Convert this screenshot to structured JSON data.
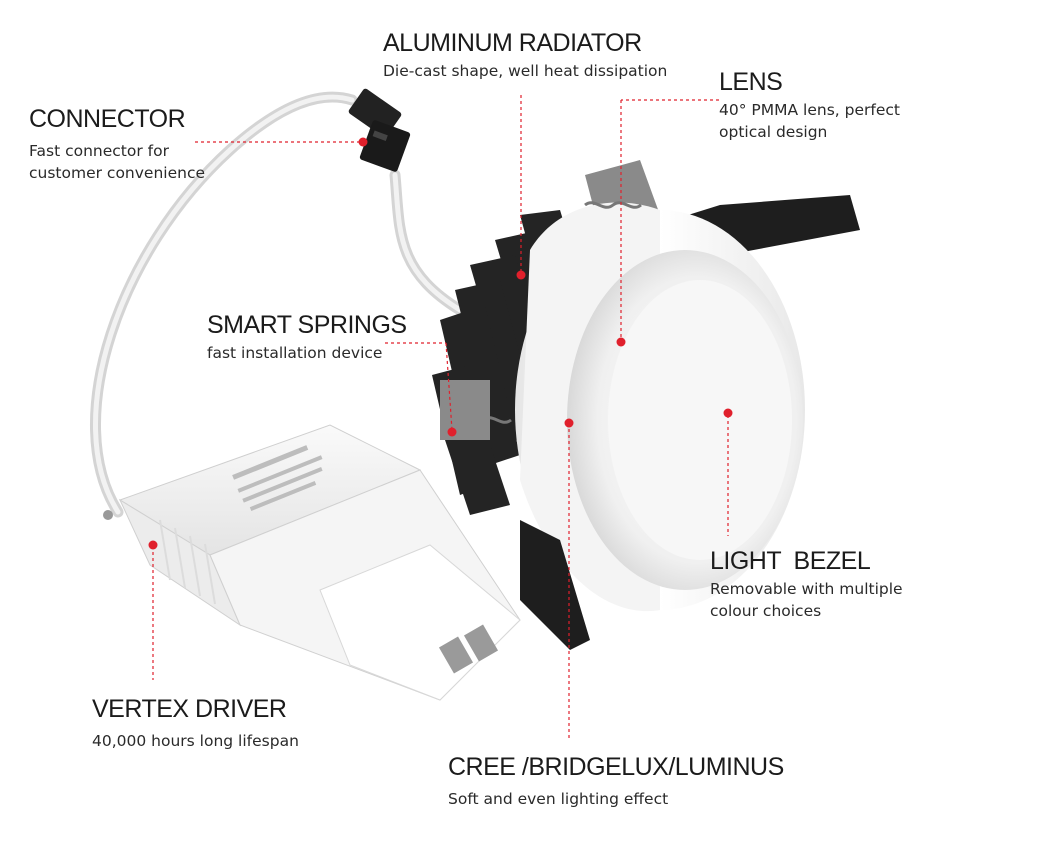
{
  "callouts": {
    "aluminum_radiator": {
      "title": "ALUMINUM RADIATOR",
      "desc": [
        "Die-cast shape, well heat dissipation"
      ]
    },
    "lens": {
      "title": "LENS",
      "desc": [
        "40° PMMA lens, perfect",
        "optical design"
      ]
    },
    "connector": {
      "title": "CONNECTOR",
      "desc": [
        "Fast connector for",
        "customer convenience"
      ]
    },
    "smart_springs": {
      "title": "SMART SPRINGS",
      "desc": [
        "fast installation device"
      ]
    },
    "light_bezel": {
      "title": "LIGHT  BEZEL",
      "desc": [
        "Removable with multiple",
        "colour choices"
      ]
    },
    "vertex_driver": {
      "title": "VERTEX DRIVER",
      "desc": [
        "40,000 hours long lifespan"
      ]
    },
    "led_chip": {
      "title": "CREE /BRIDGELUX/LUMINUS",
      "desc": [
        "Soft and even lighting effect"
      ]
    }
  },
  "colors": {
    "leader_line": "#e0202c",
    "title_text": "#1b1b1b",
    "body_white": "#ffffff",
    "body_shade": "#d9d9d9",
    "heatsink": "#222222",
    "clip": "#1e1e1e"
  },
  "icons": [
    "connector-icon",
    "spring-icon",
    "radiator-icon",
    "led-driver-icon"
  ]
}
